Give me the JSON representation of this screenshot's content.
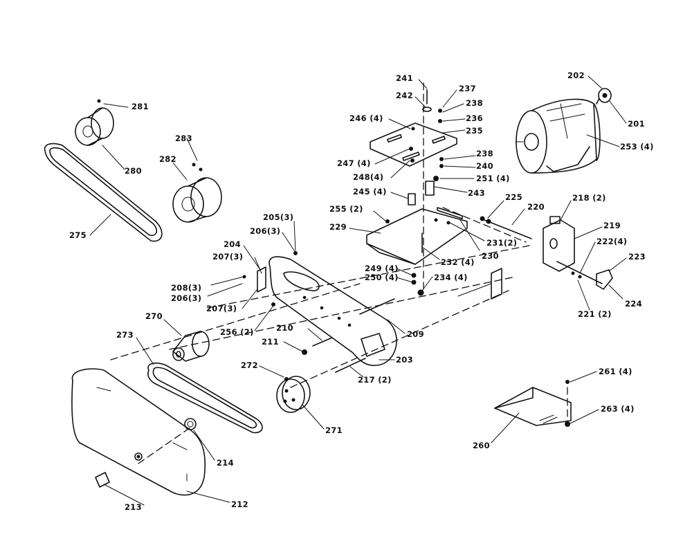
{
  "diagram": {
    "parts": [
      {
        "id": "p201",
        "label": "201"
      },
      {
        "id": "p202",
        "label": "202"
      },
      {
        "id": "p203",
        "label": "203"
      },
      {
        "id": "p204",
        "label": "204"
      },
      {
        "id": "p205",
        "label": "205(3)"
      },
      {
        "id": "p206a",
        "label": "206(3)"
      },
      {
        "id": "p206b",
        "label": "206(3)"
      },
      {
        "id": "p207a",
        "label": "207(3)"
      },
      {
        "id": "p207b",
        "label": "207(3)"
      },
      {
        "id": "p208",
        "label": "208(3)"
      },
      {
        "id": "p209",
        "label": "209"
      },
      {
        "id": "p210",
        "label": "210"
      },
      {
        "id": "p211",
        "label": "211"
      },
      {
        "id": "p212",
        "label": "212"
      },
      {
        "id": "p213",
        "label": "213"
      },
      {
        "id": "p214",
        "label": "214"
      },
      {
        "id": "p217",
        "label": "217 (2)"
      },
      {
        "id": "p218",
        "label": "218 (2)"
      },
      {
        "id": "p219",
        "label": "219"
      },
      {
        "id": "p220",
        "label": "220"
      },
      {
        "id": "p221",
        "label": "221 (2)"
      },
      {
        "id": "p222",
        "label": "222(4)"
      },
      {
        "id": "p223",
        "label": "223"
      },
      {
        "id": "p224",
        "label": "224"
      },
      {
        "id": "p225",
        "label": "225"
      },
      {
        "id": "p229",
        "label": "229"
      },
      {
        "id": "p230",
        "label": "230"
      },
      {
        "id": "p231",
        "label": "231(2)"
      },
      {
        "id": "p232",
        "label": "232 (4)"
      },
      {
        "id": "p234",
        "label": "234 (4)"
      },
      {
        "id": "p235",
        "label": "235"
      },
      {
        "id": "p236",
        "label": "236"
      },
      {
        "id": "p237",
        "label": "237"
      },
      {
        "id": "p238a",
        "label": "238"
      },
      {
        "id": "p238b",
        "label": "238"
      },
      {
        "id": "p240",
        "label": "240"
      },
      {
        "id": "p241",
        "label": "241"
      },
      {
        "id": "p242",
        "label": "242"
      },
      {
        "id": "p243",
        "label": "243"
      },
      {
        "id": "p245",
        "label": "245 (4)"
      },
      {
        "id": "p246",
        "label": "246 (4)"
      },
      {
        "id": "p247",
        "label": "247 (4)"
      },
      {
        "id": "p248",
        "label": "248(4)"
      },
      {
        "id": "p249",
        "label": "249 (4)"
      },
      {
        "id": "p250",
        "label": "250 (4)"
      },
      {
        "id": "p251",
        "label": "251 (4)"
      },
      {
        "id": "p253",
        "label": "253 (4)"
      },
      {
        "id": "p255",
        "label": "255 (2)"
      },
      {
        "id": "p256",
        "label": "256 (2)"
      },
      {
        "id": "p260",
        "label": "260"
      },
      {
        "id": "p261",
        "label": "261 (4)"
      },
      {
        "id": "p263",
        "label": "263 (4)"
      },
      {
        "id": "p270",
        "label": "270"
      },
      {
        "id": "p271",
        "label": "271"
      },
      {
        "id": "p272",
        "label": "272"
      },
      {
        "id": "p273",
        "label": "273"
      },
      {
        "id": "p275",
        "label": "275"
      },
      {
        "id": "p280",
        "label": "280"
      },
      {
        "id": "p281",
        "label": "281"
      },
      {
        "id": "p282",
        "label": "282"
      },
      {
        "id": "p283",
        "label": "283"
      }
    ]
  }
}
